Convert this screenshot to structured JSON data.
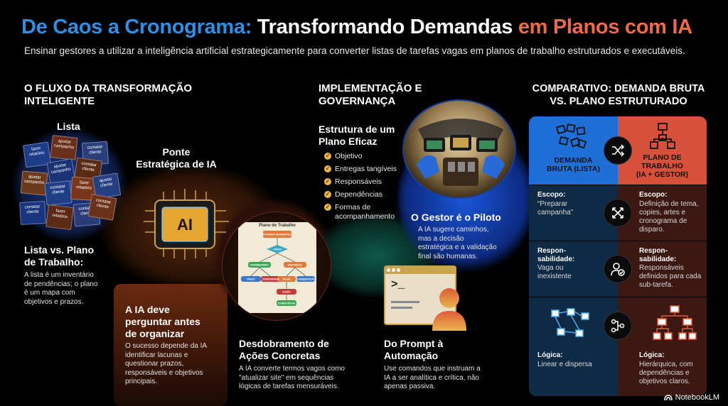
{
  "header": {
    "title_part1": "De Caos a Cronograma:",
    "title_part2": "Transformando Demandas",
    "title_part3": "em Planos com IA",
    "subtitle": "Ensinar gestores a utilizar a inteligência artificial estrategicamente para converter listas de tarefas vagas em planos de trabalho estruturados e executáveis."
  },
  "flow": {
    "heading_line1": "O FLUXO DA TRANSFORMAÇÃO",
    "heading_line2": "INTELIGENTE",
    "list_label": "Lista",
    "notes": [
      "fazer relatório",
      "ajustar campanho",
      "contatar cliente",
      "ajustar campanho",
      "contatar cliente",
      "ajustar campanho",
      "contatar cliente",
      "fazer relatório",
      "ajustar cliente",
      "contatar cliente",
      "fazer relatório",
      "contatar cliente",
      "contatar cliente"
    ],
    "lista_vs_title_line1": "Lista vs. Plano",
    "lista_vs_title_line2": "de Trabalho:",
    "lista_vs_text": "A lista é um inventário de pendências; o plano é um mapa com objetivos e prazos.",
    "bridge_line1": "Ponte",
    "bridge_line2": "Estratégica de IA",
    "chip_label": "AI",
    "ask_title_line1": "A IA deve",
    "ask_title_line2": "perguntar antes",
    "ask_title_line3": "de organizar",
    "ask_text": "O sucesso depende da IA identificar lacunas e questionar prazos, responsáveis e objetivos principais.",
    "plan_box_title": "Plano de Trabalho",
    "plan_nodes": [
      "ATIVIDADE MENSURÁVEL",
      "CARGO",
      "INTERMEDIÁRIO",
      "DISPOSIÇÃO",
      "PRAZO",
      "CRONOGRAMA",
      "FALSO",
      "CONSIDERAÇÃO",
      "FUSÃO",
      "CONSISTÊNCIA"
    ],
    "deploy_title_line1": "Desdobramento de",
    "deploy_title_line2": "Ações Concretas",
    "deploy_text": "A IA converte termos vagos como \"atualizar site\" em sequências lógicas de tarefas mensuráveis."
  },
  "impl": {
    "heading_line1": "IMPLEMENTAÇÃO E",
    "heading_line2": "GOVERNANÇA",
    "struct_title_line1": "Estrutura de um",
    "struct_title_line2": "Plano Eficaz",
    "checklist": [
      "Objetivo",
      "Entregas tangíveis",
      "Responsáveis",
      "Dependências",
      "Formas de acompanhamento"
    ],
    "pilot_title": "O Gestor é o Piloto",
    "pilot_text": "A IA sugere caminhos, mas a decisão estratégica e a validação final são humanas.",
    "prompt_title_line1": "Do Prompt à",
    "prompt_title_line2": "Automação",
    "prompt_text": "Use comandos que instruam a IA a ser analítica e crítica, não apenas passiva.",
    "terminal_glyph": ">_"
  },
  "compare": {
    "heading_line1": "COMPARATIVO: DEMANDA BRUTA",
    "heading_line2": "VS. PLANO ESTRUTURADO",
    "left_header_line1": "DEMANDA",
    "left_header_line2": "BRUTA (LISTA)",
    "right_header_line1": "PLANO DE",
    "right_header_line2": "TRABALHO",
    "right_header_line3": "(IA + GESTOR)",
    "rows": [
      {
        "left_label": "Escopo:",
        "left_text": "“Preparar campanha”",
        "right_label": "Escopo:",
        "right_text": "Definição de tema, copies, artes e cronograma de disparo."
      },
      {
        "left_label": "Respon-sabilidade:",
        "left_text": "Vaga ou inexistente",
        "right_label": "Respon-sabilidade:",
        "right_text": "Responsáveis definidos para cada sub-tarefa."
      },
      {
        "left_label": "Lógica:",
        "left_text": "Linear e dispersa",
        "right_label": "Lógica:",
        "right_text": "Hierárquica, com dependências e objetivos claros."
      }
    ],
    "colors": {
      "left_header": "#1f6fd6",
      "right_header": "#d9503a",
      "left_body": "#0f2a45",
      "right_body": "#3c1812"
    }
  },
  "branding": {
    "logo_text": "NotebookLM"
  }
}
